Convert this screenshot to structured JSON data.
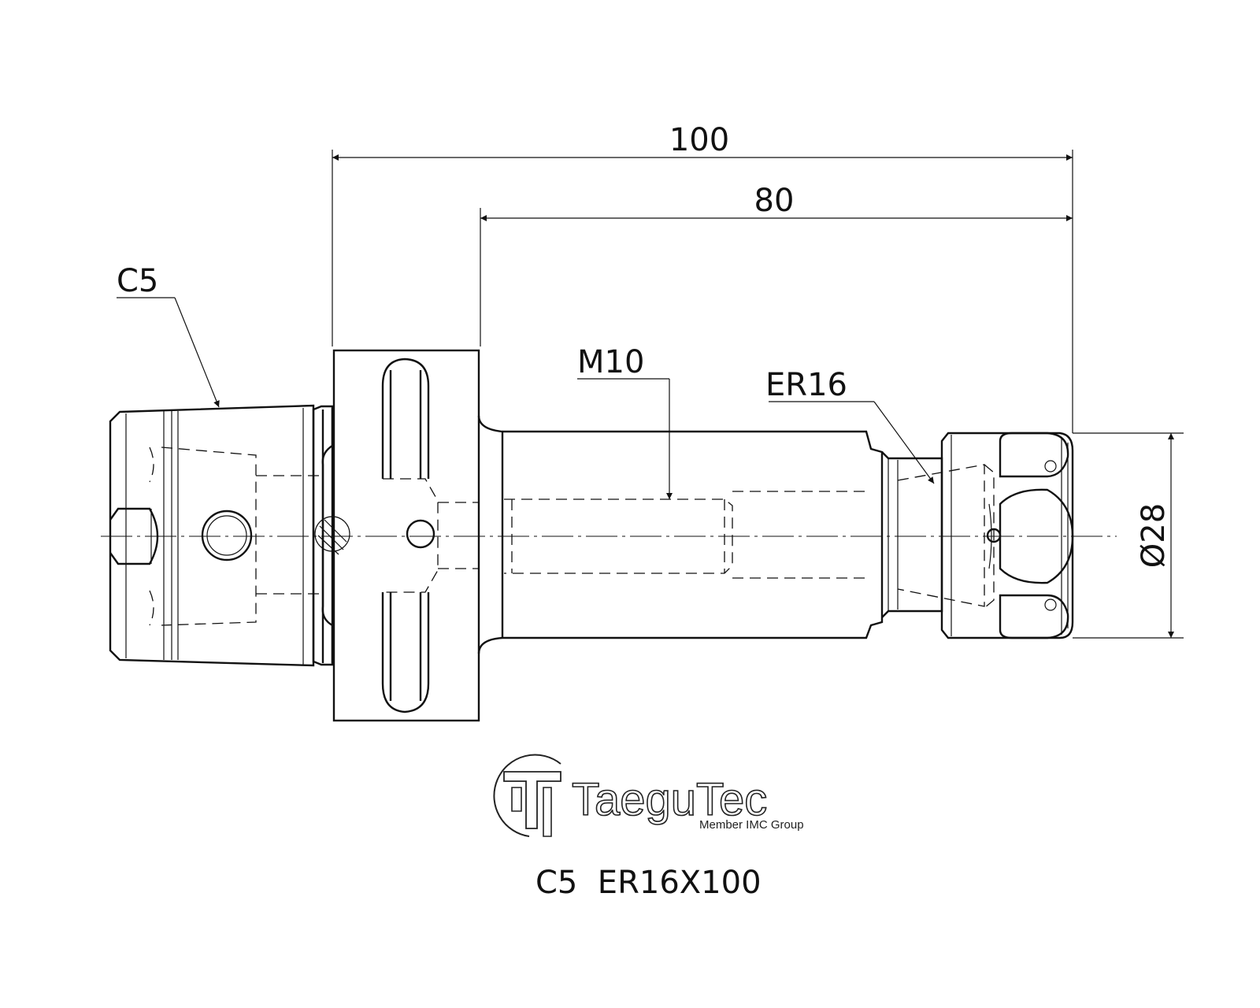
{
  "drawing": {
    "dimensions": {
      "overall_length": "100",
      "projection_length": "80",
      "diameter": "Ø28"
    },
    "callouts": {
      "shank": "C5",
      "thread": "M10",
      "collet": "ER16"
    },
    "logo": {
      "brand": "TaeguTec",
      "tagline": "Member IMC Group"
    },
    "caption": "C5  ER16X100",
    "colors": {
      "line": "#111111",
      "background": "#ffffff"
    }
  }
}
